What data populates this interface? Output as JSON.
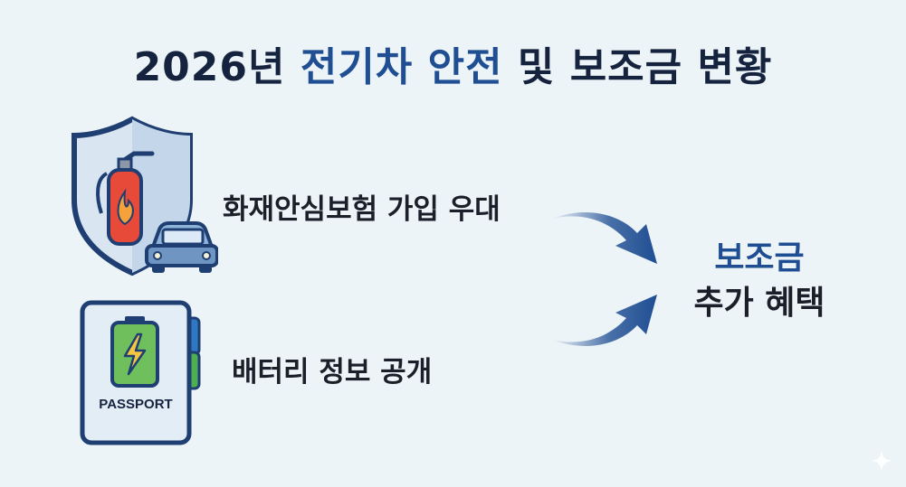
{
  "title": {
    "year": "2026년",
    "highlight": "전기차 안전",
    "rest": "및 보조금 변황"
  },
  "items": [
    {
      "label": "화재안심보험 가입 우대",
      "icon": "shield-fire-extinguisher-car-icon"
    },
    {
      "label": "배터리 정보 공개",
      "icon": "battery-passport-icon",
      "passport_text": "PASSPORT"
    }
  ],
  "result": {
    "line1": "보조금",
    "line2": "추가 혜택"
  },
  "colors": {
    "accent": "#1f4e93",
    "text": "#16233f",
    "background": "#edf4f8"
  }
}
